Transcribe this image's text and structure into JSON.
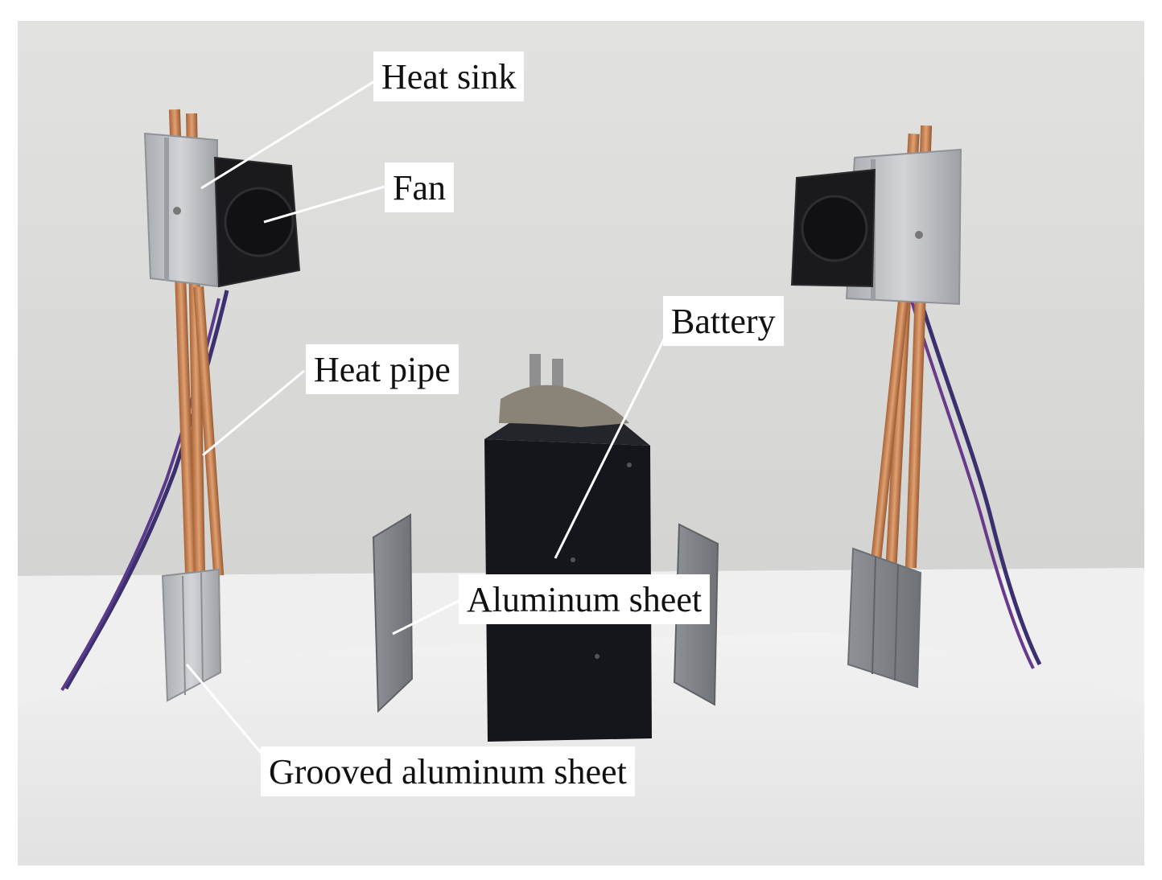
{
  "figure": {
    "labels": {
      "heat_sink": "Heat sink",
      "fan": "Fan",
      "battery": "Battery",
      "heat_pipe": "Heat pipe",
      "aluminum_sheet": "Aluminum sheet",
      "grooved_aluminum_sheet": "Grooved aluminum sheet"
    }
  },
  "colors": {
    "wall": "#dcdcda",
    "floor": "#ececec",
    "copper": "#c98552",
    "aluminum": "#b9bcc0",
    "battery": "#15161b",
    "fan": "#1a1a1c",
    "wire": "#4a2f7a",
    "leader_line": "#ffffff"
  }
}
